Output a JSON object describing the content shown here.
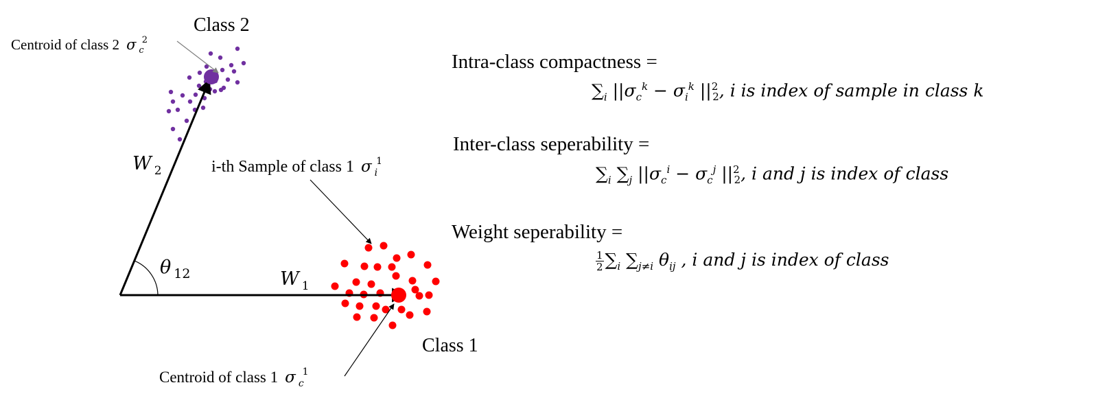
{
  "diagram": {
    "class2_label": "Class 2",
    "class1_label": "Class 1",
    "centroid2_label": "Centroid of class 2",
    "centroid2_symbol": "σ",
    "centroid2_sub": "c",
    "centroid2_sup": "2",
    "centroid1_label": "Centroid of class 1",
    "centroid1_symbol": "σ",
    "centroid1_sub": "c",
    "centroid1_sup": "1",
    "sample_label": "i-th Sample of class 1",
    "sample_symbol": "σ",
    "sample_sub": "i",
    "sample_sup": "1",
    "w2": "W",
    "w2_sub": "2",
    "w1": "W",
    "w1_sub": "1",
    "theta": "θ",
    "theta_sub": "12",
    "colors": {
      "class1": "#ff0000",
      "class2": "#7030a0",
      "arrow": "#000000",
      "pointer": "#7f7f7f"
    }
  },
  "formulas": [
    {
      "label": "Intra-class compactness =",
      "body": "∑ᵢ ||σ_c^k − σ_i^k ||²₂ , i is index of sample in class k"
    },
    {
      "label": "Inter-class seperability =",
      "body": "∑ᵢ ∑ⱼ ||σ_c^i − σ_c^j ||²₂ , i and j is index of class"
    },
    {
      "label": "Weight seperability =",
      "body": "½ ∑ᵢ ∑ⱼ≠ᵢ θᵢⱼ , i and j is index of class"
    }
  ]
}
